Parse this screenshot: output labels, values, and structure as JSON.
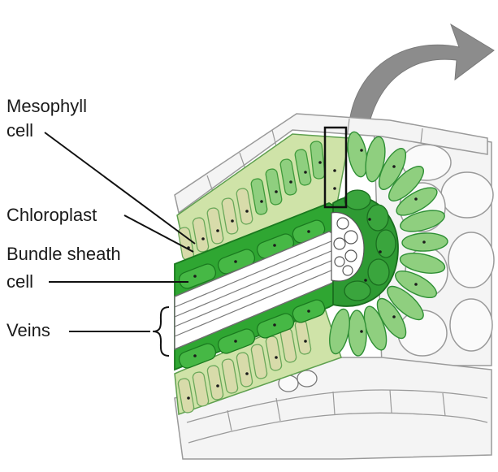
{
  "labels": {
    "mesophyll_line1": "Mesophyll",
    "mesophyll_line2": "cell",
    "chloroplast": "Chloroplast",
    "bundle_line1": "Bundle sheath",
    "bundle_line2": "cell",
    "veins": "Veins"
  },
  "colors": {
    "mesophyll_fill": "#8fcf7f",
    "mesophyll_light": "#d3ddb0",
    "bundle_sheath_fill": "#2fa632",
    "bundle_sheath_dark": "#1f8a25",
    "epidermis_fill": "#f2f2f2",
    "outline": "#8a8a8a",
    "arrow": "#8c8c8c",
    "chloroplast_dot": "#1b1b1b",
    "leader_line": "#111111"
  }
}
